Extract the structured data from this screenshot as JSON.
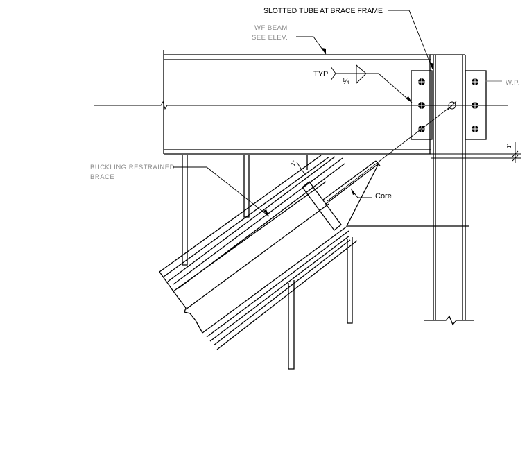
{
  "labels": {
    "slotted_tube": "SLOTTED TUBE AT BRACE FRAME",
    "wf_beam_line1": "WF BEAM",
    "wf_beam_line2": "SEE ELEV.",
    "typ": "TYP",
    "weld_size": "¼",
    "wp": "W.P.",
    "brb_line1": "BUCKLING RESTRAINED",
    "brb_line2": "BRACE",
    "core": "Core",
    "dim_1_top": "1\"",
    "dim_1_right": "1\""
  }
}
